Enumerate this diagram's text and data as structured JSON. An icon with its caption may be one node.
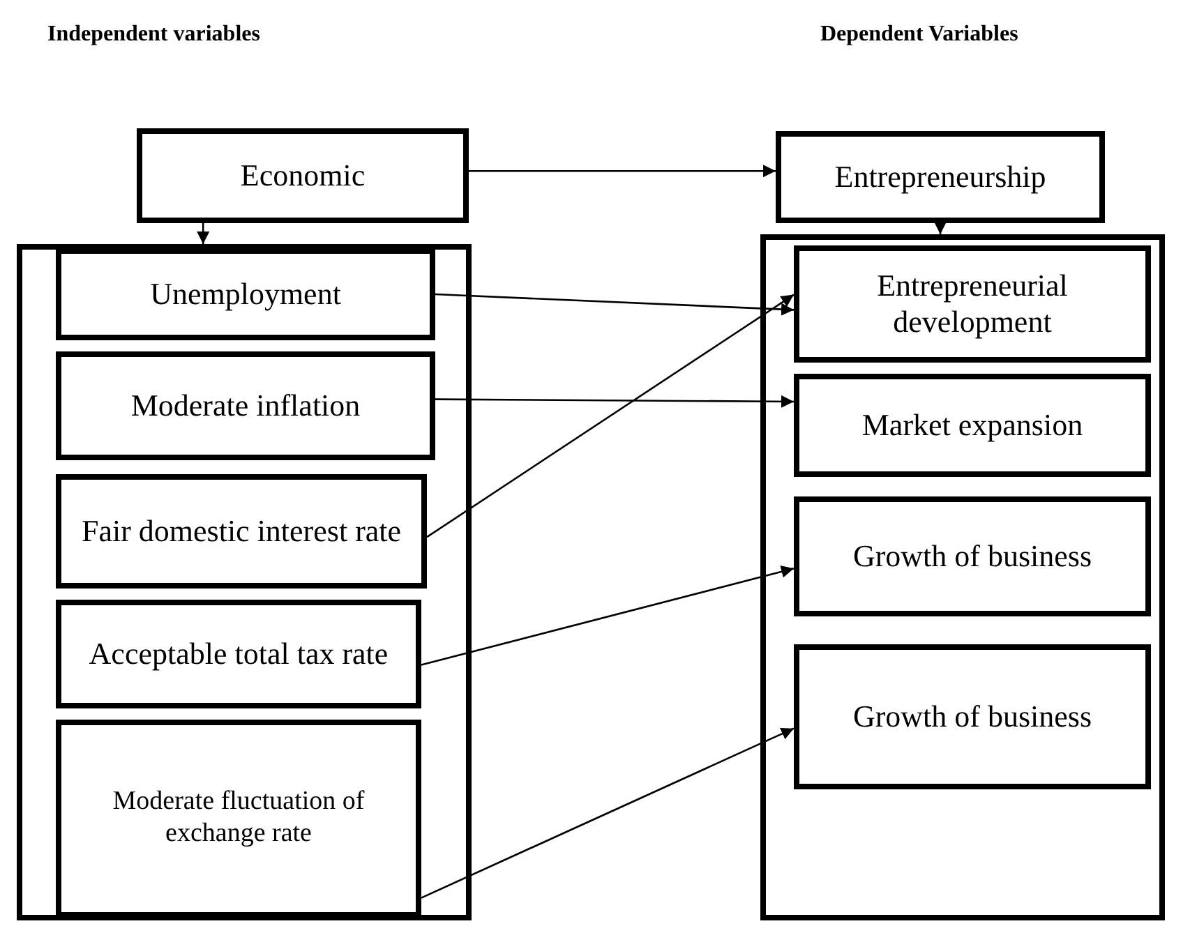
{
  "diagram": {
    "nodes": [
      {
        "text": [
          "Economic"
        ]
      },
      {
        "text": [
          "Entrepreneurship"
        ]
      },
      {
        "text": [],
        "shape": "box"
      },
      {
        "text": [
          "Unemployment"
        ],
        "in": 2
      },
      {
        "text": [
          "Moderate inflation"
        ],
        "in": 2
      },
      {
        "text": [
          "Fair domestic interest rate"
        ],
        "in": 2
      },
      {
        "text": [
          "Acceptable total tax rate"
        ],
        "in": 2
      },
      {
        "text": [
          "Moderate fluctuation of exchange rate"
        ],
        "in": 2
      },
      {
        "text": [],
        "shape": "box"
      },
      {
        "text": [
          "Entrepreneurial development"
        ],
        "in": 8
      },
      {
        "text": [
          "Market expansion"
        ],
        "in": 8
      },
      {
        "text": [
          "Growth of business"
        ],
        "in": 8
      },
      {
        "text": [
          "Growth of business"
        ],
        "in": 8
      }
    ],
    "edges": [
      {
        "from": 0,
        "to": 1,
        "arrow": "to"
      },
      {
        "from": 0,
        "to": 2,
        "arrow": "to"
      },
      {
        "from": 1,
        "to": 8,
        "arrow": "to"
      },
      {
        "from": 3,
        "to": 9,
        "arrow": "to"
      },
      {
        "from": 4,
        "to": 10,
        "arrow": "to"
      },
      {
        "from": 5,
        "to": 9,
        "arrow": "to"
      },
      {
        "from": 6,
        "to": 11,
        "arrow": "to"
      },
      {
        "from": 7,
        "to": 12,
        "arrow": "to"
      }
    ],
    "labels": [
      "Independent variables",
      "Dependent Variables"
    ]
  }
}
